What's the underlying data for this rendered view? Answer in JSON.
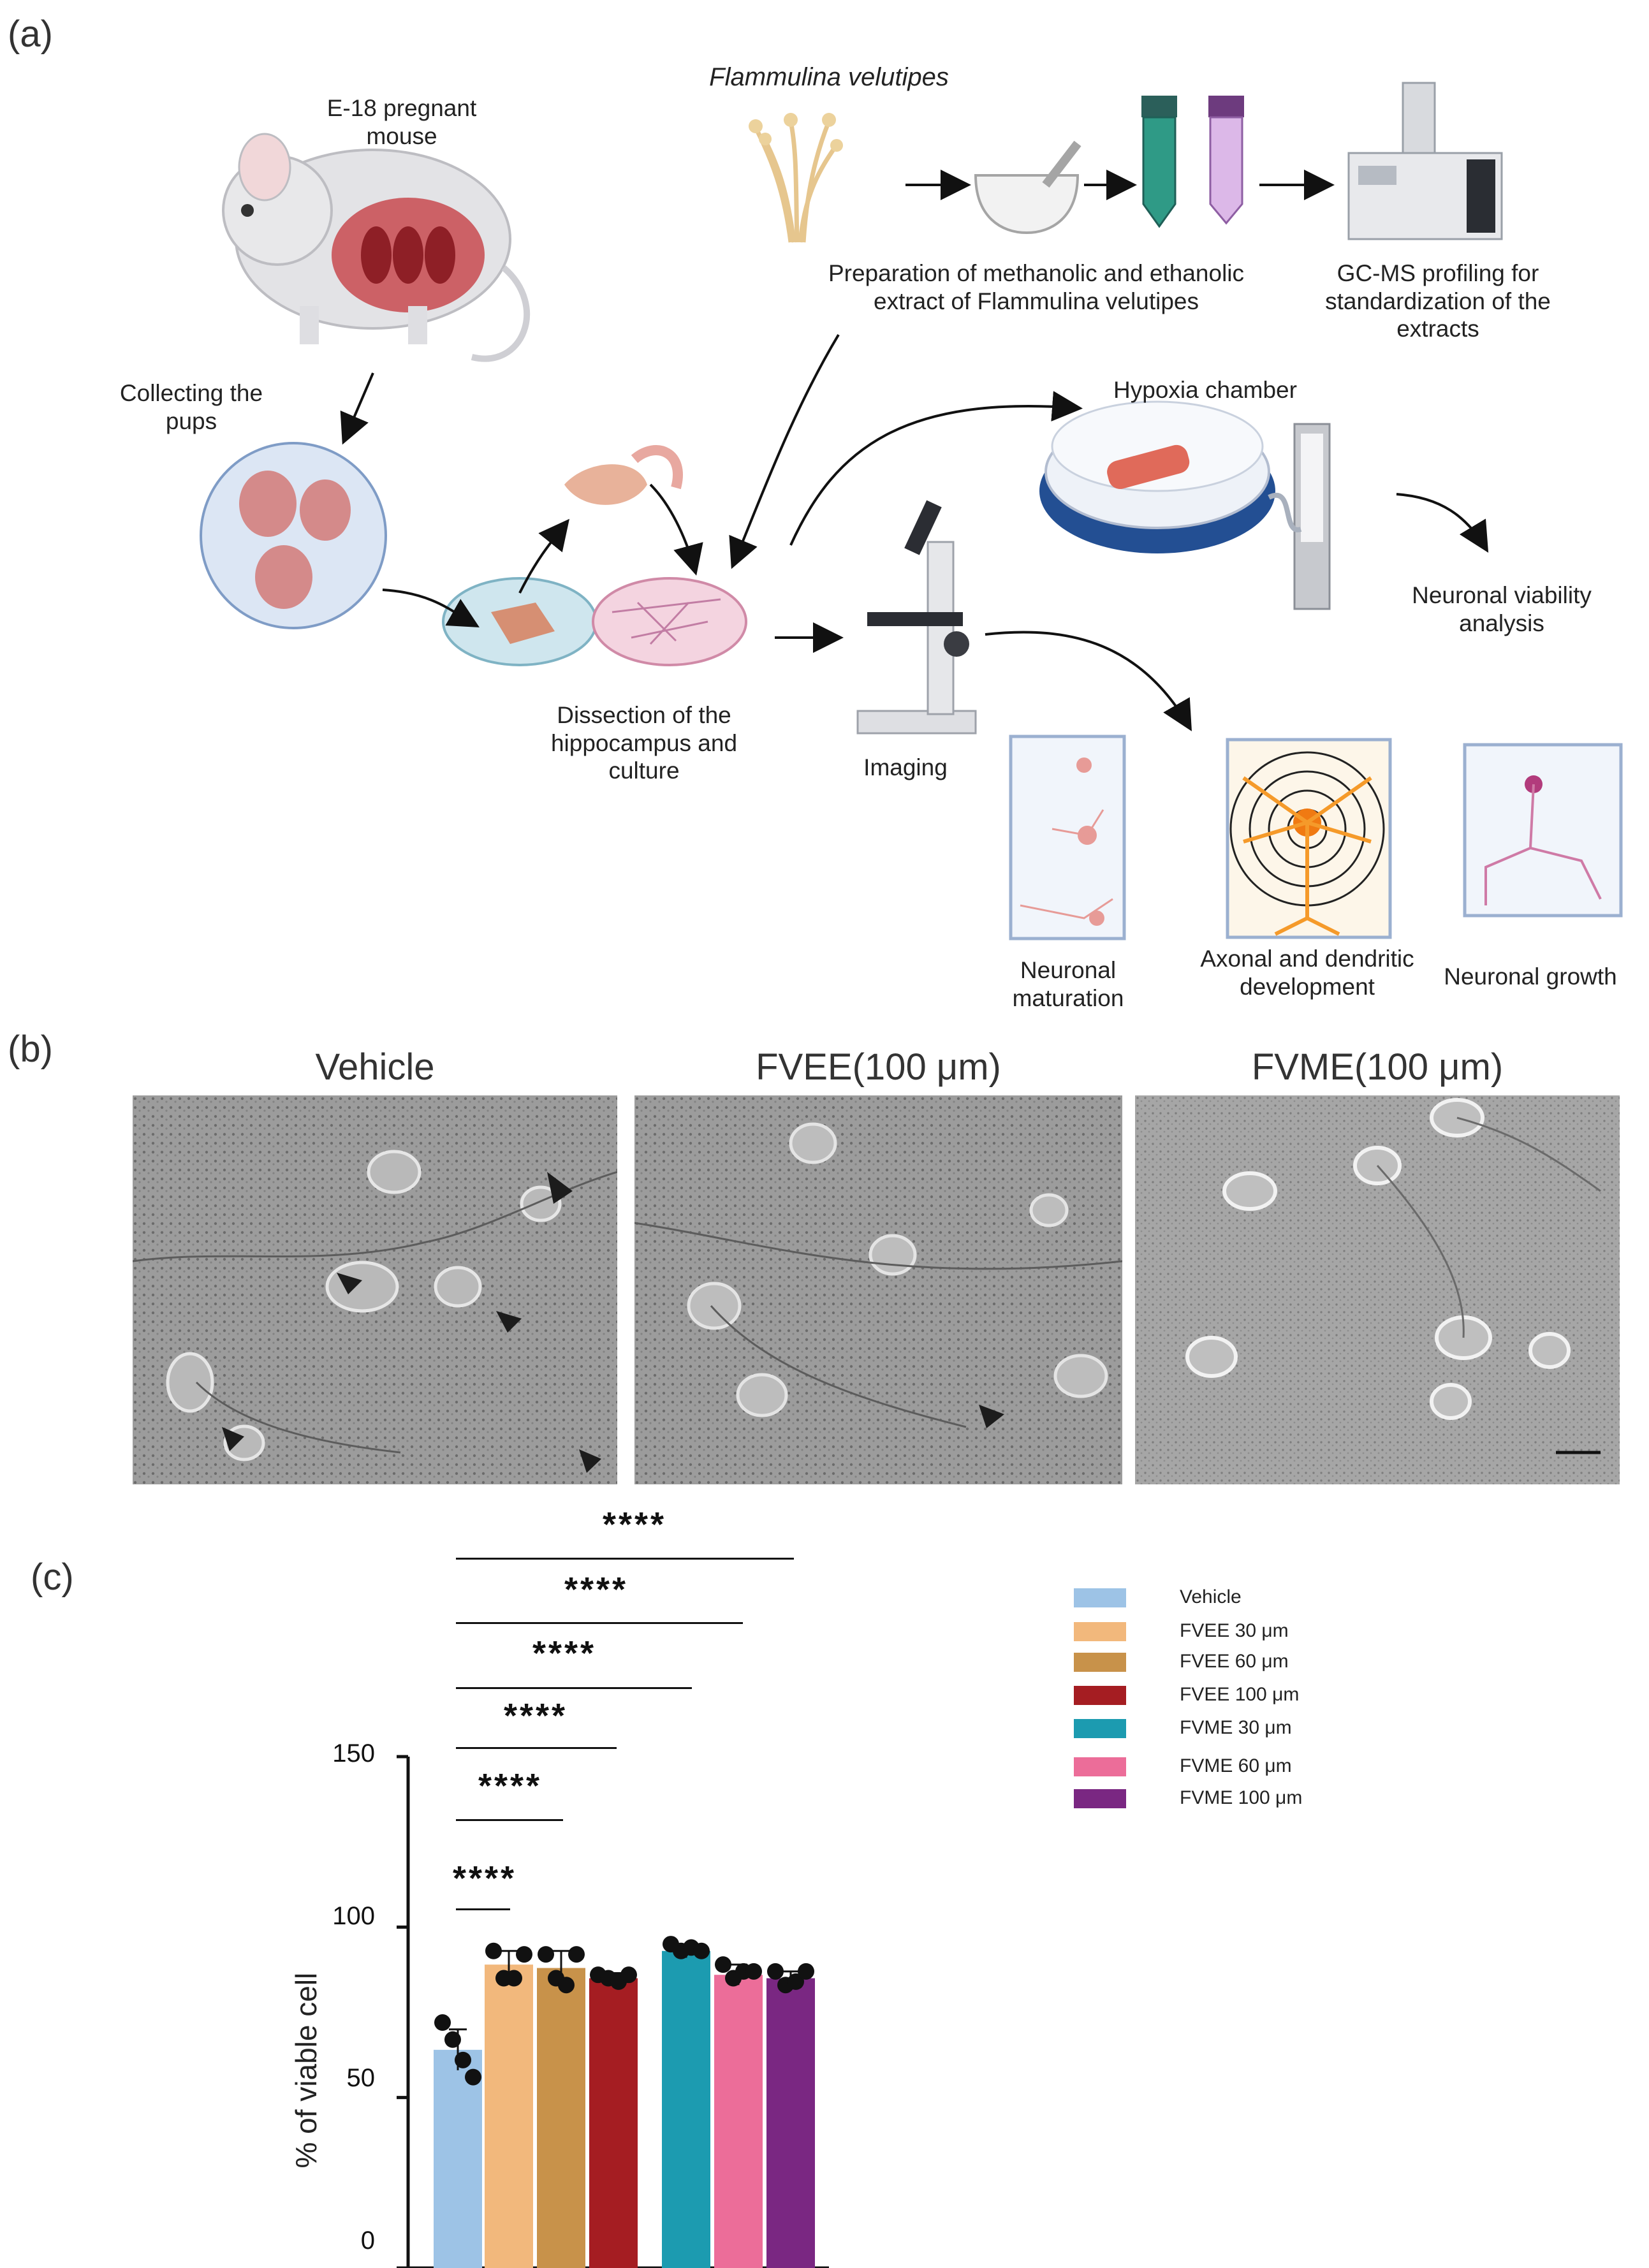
{
  "panel_a": {
    "tag": "(a)",
    "pregnant_mouse": "E-18 pregnant\nmouse",
    "collecting_pups": "Collecting the\npups",
    "species": "Flammulina velutipes",
    "preparation": "Preparation of methanolic and ethanolic\nextract of Flammulina velutipes",
    "gcms": "GC-MS profiling for\nstandardization of the\nextracts",
    "hypoxia": "Hypoxia chamber",
    "viability": "Neuronal viability\nanalysis",
    "dissection": "Dissection of the\nhippocampus and\nculture",
    "imaging": "Imaging",
    "maturation": "Neuronal\nmaturation",
    "axonal": "Axonal and dendritic\ndevelopment",
    "growth": "Neuronal growth"
  },
  "panel_b": {
    "tag": "(b)",
    "titles": [
      "Vehicle",
      "FVEE(100 μm)",
      "FVME(100 μm)"
    ]
  },
  "panel_c": {
    "tag": "(c)",
    "legend": [
      {
        "label": "Vehicle",
        "color": "#9dc3e6"
      },
      {
        "label": "FVEE 30 μm",
        "color": "#f2b87c"
      },
      {
        "label": "FVEE 60 μm",
        "color": "#c8924a"
      },
      {
        "label": "FVEE 100 μm",
        "color": "#a51d22"
      },
      {
        "label": "FVME 30 μm",
        "color": "#1c9bb0"
      },
      {
        "label": "FVME 60 μm",
        "color": "#ec6d99"
      },
      {
        "label": "FVME 100 μm",
        "color": "#7a2782"
      }
    ],
    "significance": [
      "****",
      "****",
      "****",
      "****",
      "****",
      "****"
    ]
  },
  "chart_data": {
    "type": "bar",
    "categories": [
      "Vehicle",
      "FVEE 30 μm",
      "FVEE 60 μm",
      "FVEE 100 μm",
      "FVME 30 μm",
      "FVME 60 μm",
      "FVME 100 μm"
    ],
    "values": [
      64,
      89,
      88,
      85,
      93,
      86,
      85
    ],
    "errors": [
      6,
      4,
      5,
      1.5,
      2,
      3,
      2
    ],
    "points": [
      [
        72,
        67,
        61,
        56
      ],
      [
        93,
        85,
        85,
        92
      ],
      [
        92,
        85,
        83,
        92
      ],
      [
        86,
        85,
        84,
        86
      ],
      [
        95,
        93,
        94,
        93
      ],
      [
        89,
        85,
        87,
        87
      ],
      [
        87,
        83,
        84,
        87
      ]
    ],
    "ylabel": "% of viable cell",
    "ylim": [
      0,
      150
    ],
    "yticks": [
      0,
      50,
      100,
      150
    ],
    "legend": "right"
  }
}
